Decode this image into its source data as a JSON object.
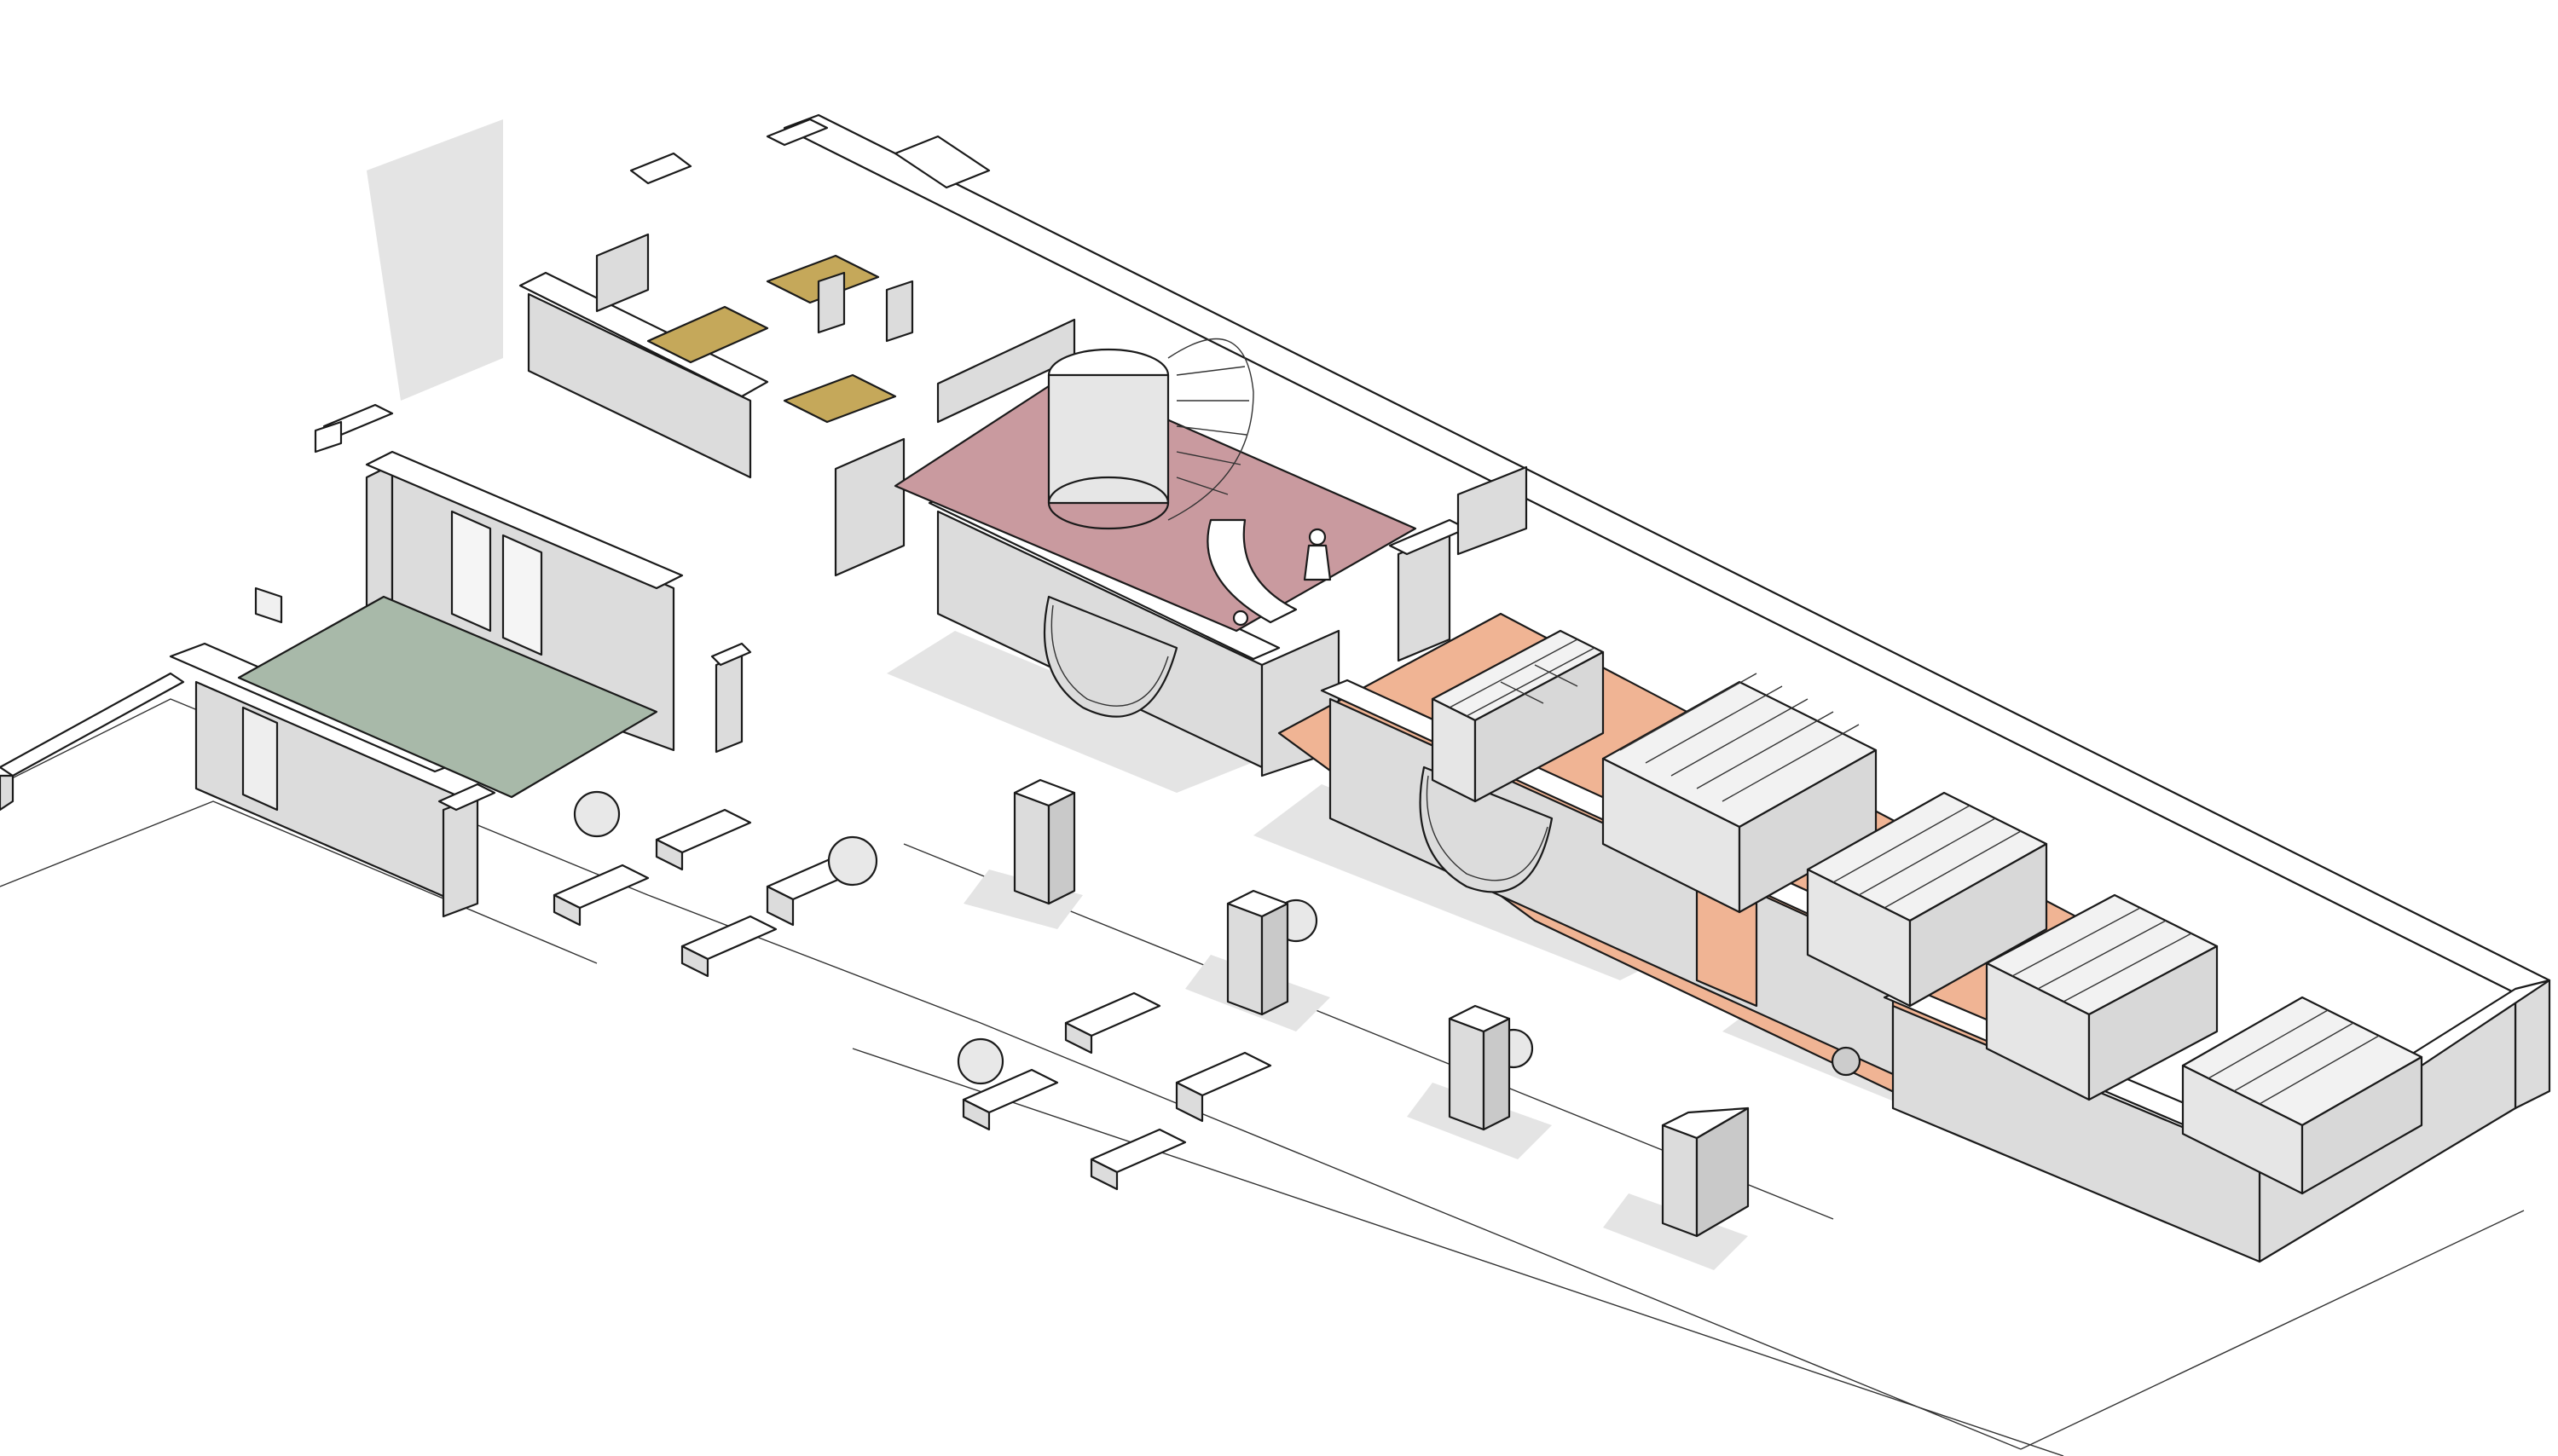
{
  "colors": {
    "background": "#ffffff",
    "line": "#1a1a1a",
    "wall_face": "#dcdcdc",
    "wall_side": "#c9c9c9",
    "shadow": "#e6e6e6",
    "reception_floor": "#c99a9f",
    "storage_floor": "#f0b494",
    "meeting_floor": "#a8b9a9",
    "cubicle_floor": "#c5a85a"
  },
  "layers": [
    "ground-plane",
    "shadows",
    "left-building",
    "main-building",
    "courtyard-furniture",
    "pillars"
  ]
}
